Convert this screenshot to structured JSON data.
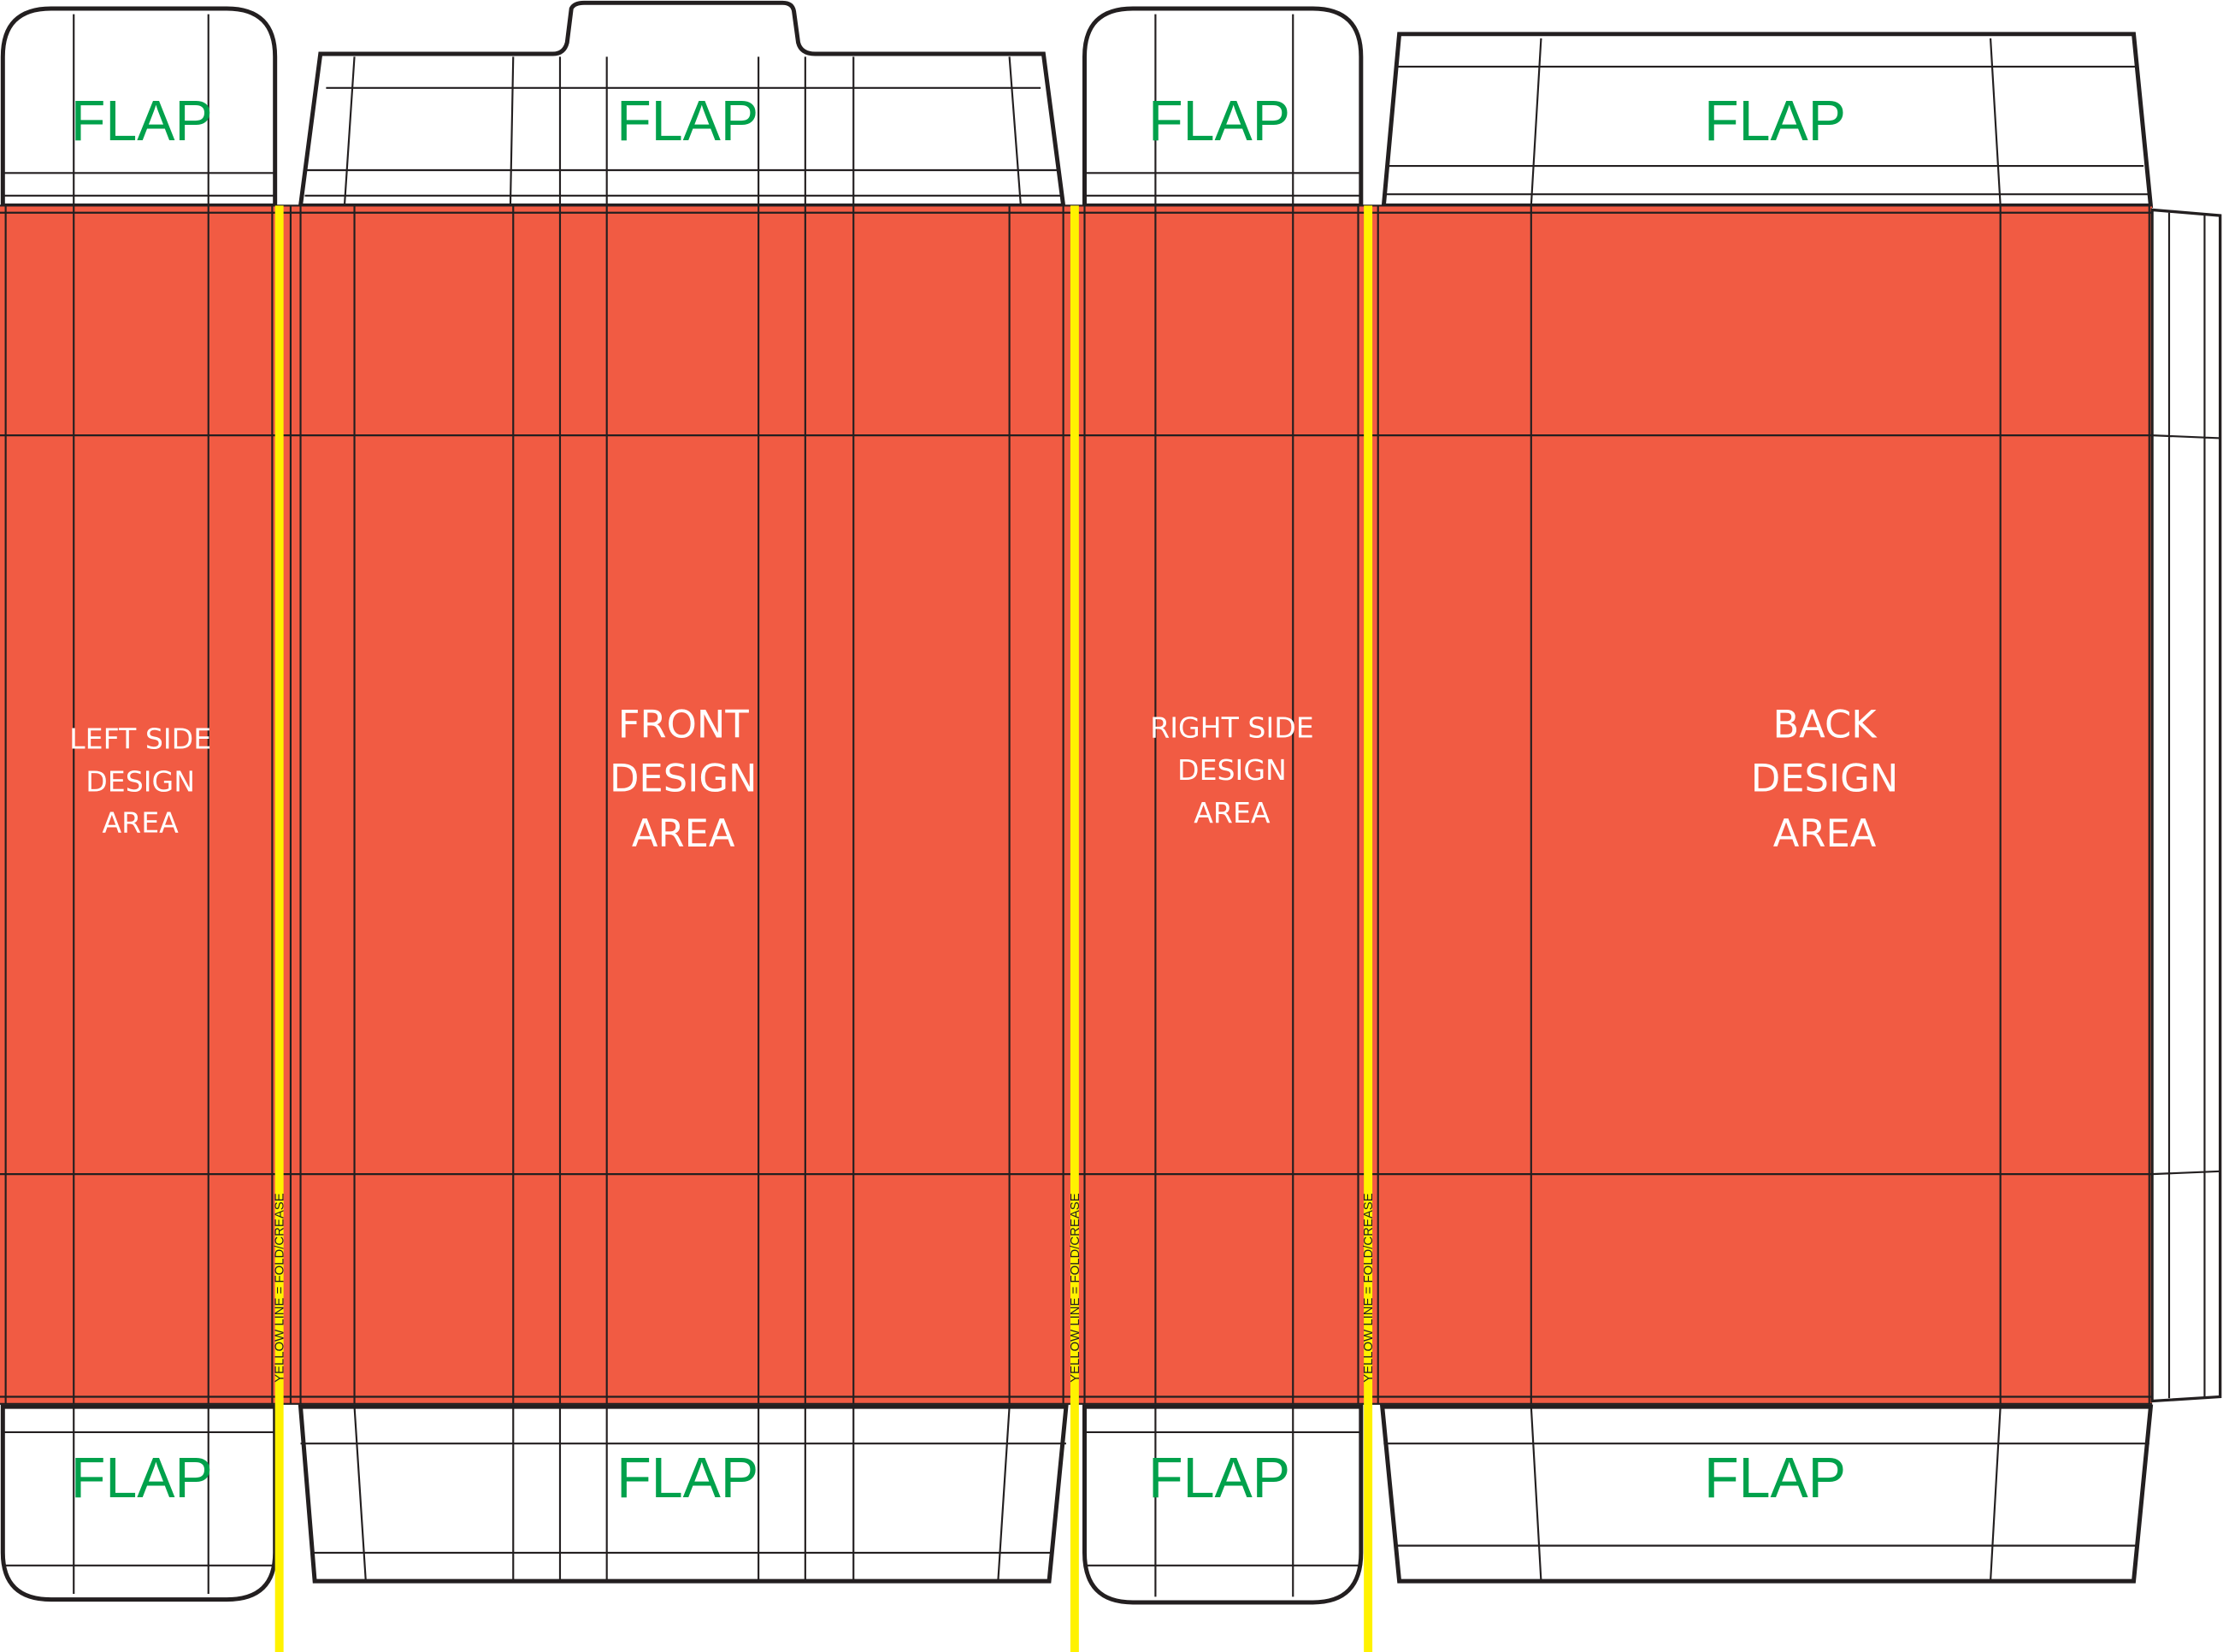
{
  "colors": {
    "design_area": "#f15b43",
    "fold_line": "#fff200",
    "flap_text": "#00a14b",
    "cut_line": "#231f20"
  },
  "flap_label": "FLAP",
  "panels": {
    "left": [
      "LEFT SIDE",
      "DESIGN",
      "AREA"
    ],
    "front": [
      "FRONT",
      "DESIGN",
      "AREA"
    ],
    "right": [
      "RIGHT SIDE",
      "DESIGN",
      "AREA"
    ],
    "back": [
      "BACK",
      "DESIGN",
      "AREA"
    ]
  },
  "fold_note": "YELLOW LINE = FOLD/CREASE"
}
